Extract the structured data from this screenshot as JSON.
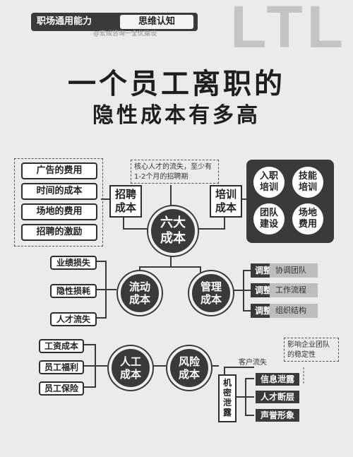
{
  "header": {
    "category": "职场通用能力",
    "topic": "思维认知",
    "watermark": "@宏成咨询一全优猿设",
    "logo_text": "LTL"
  },
  "title": {
    "line1": "一个员工离职的",
    "line2": "隐性成本有多高"
  },
  "center": "六大\n成本",
  "recruit": {
    "label": "招聘\n成本",
    "items": [
      "广告的费用",
      "时间的成本",
      "场地的费用",
      "招聘的激励"
    ]
  },
  "note_top": "核心人才的流失，至少有\n1-2个月的招聘期",
  "training": {
    "label": "培训\n成本",
    "items": [
      "入职\n培训",
      "技能\n培训",
      "团队\n建设",
      "场地\n费用"
    ]
  },
  "turnover": {
    "label": "流动\n成本",
    "items": [
      "业绩损失",
      "隐性损耗",
      "人才流失"
    ]
  },
  "management": {
    "label": "管理\n成本",
    "items": [
      {
        "tag": "调整",
        "text": "协调团队"
      },
      {
        "tag": "调整",
        "text": "工作流程"
      },
      {
        "tag": "调整",
        "text": "组织结构"
      }
    ]
  },
  "labor": {
    "label": "人工\n成本",
    "items": [
      "工资成本",
      "员工福利",
      "员工保险"
    ]
  },
  "risk": {
    "label": "风险\n成本",
    "leak_label": "机\n密\n泄\n露",
    "customer_loss": "客户流失",
    "items": [
      "信息泄露",
      "人才断层",
      "声誉形象"
    ],
    "note": "影响企业团队\n的稳定性"
  }
}
